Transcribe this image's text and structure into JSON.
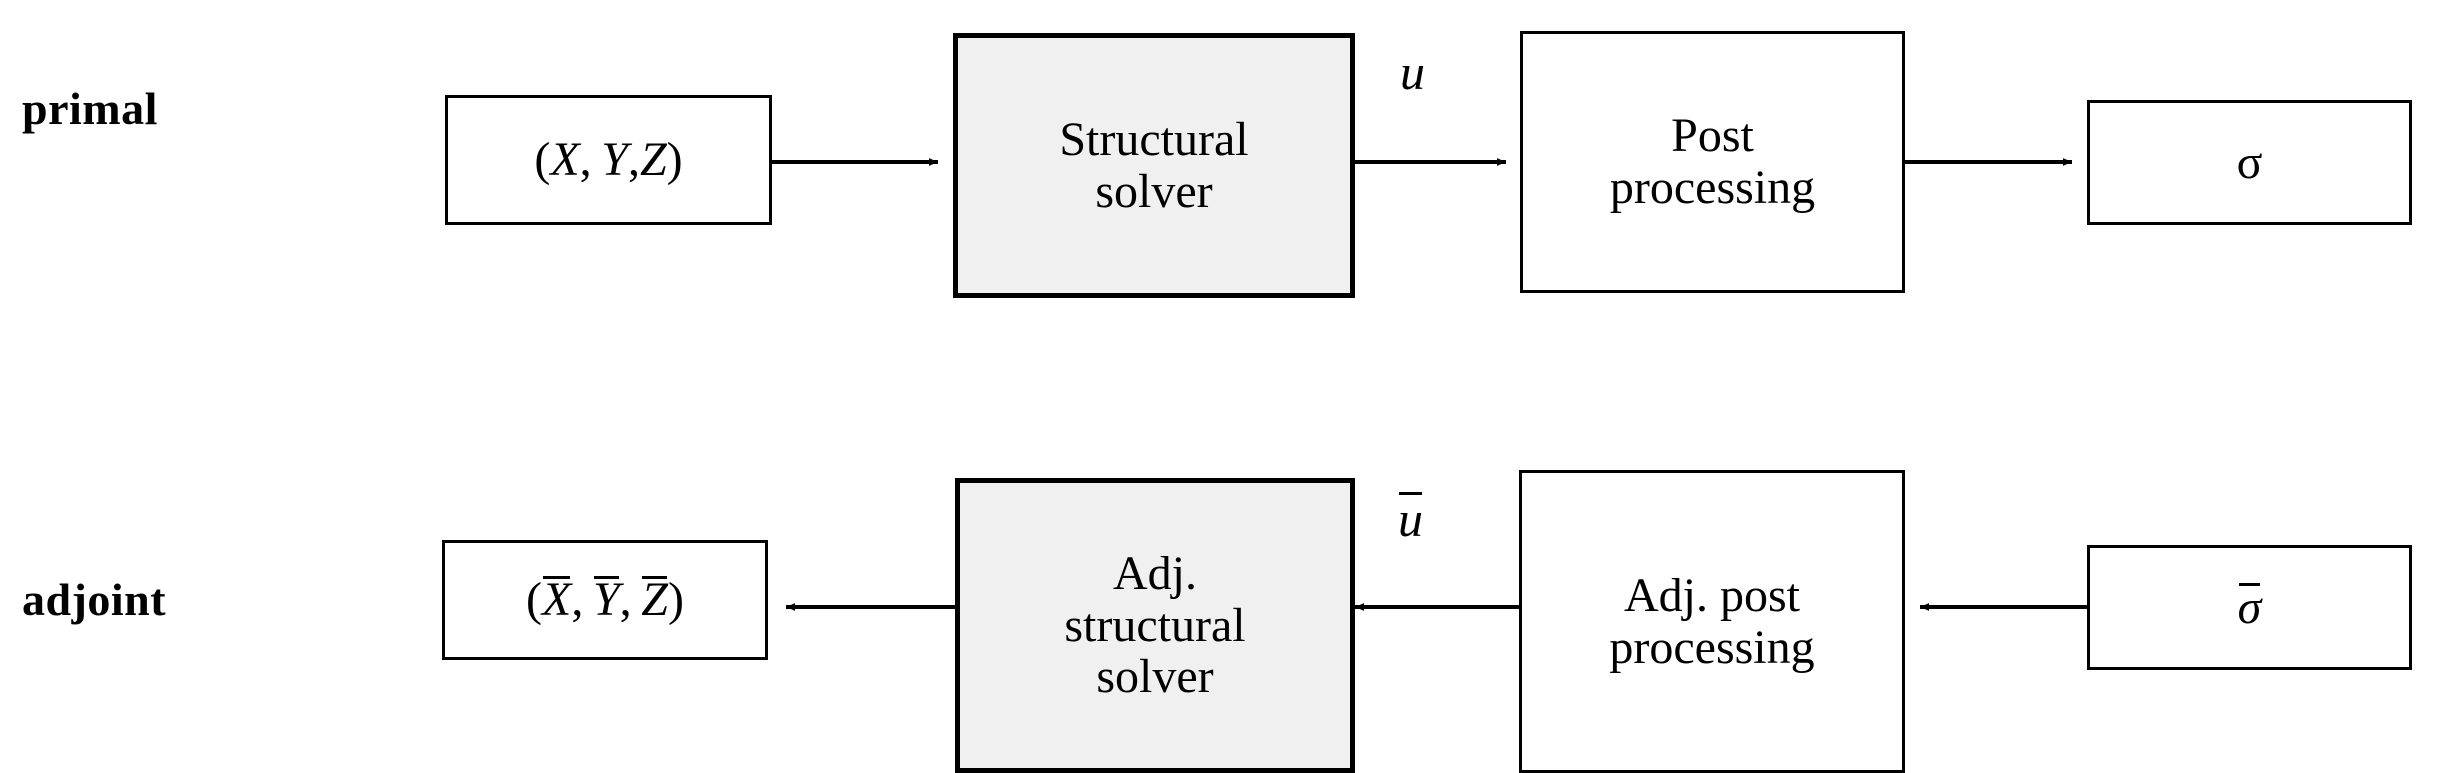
{
  "diagram": {
    "type": "flowchart",
    "title": "",
    "rows": [
      {
        "id": "primal",
        "label": "primal",
        "direction": "left-to-right",
        "nodes": [
          {
            "id": "primal-inputs",
            "text": "(X, Y,Z)",
            "shape": "rect",
            "fill": "#ffffff",
            "emphasis": false
          },
          {
            "id": "structural-solver",
            "text": "Structural solver",
            "line1": "Structural",
            "line2": "solver",
            "shape": "rect",
            "fill": "#f0f0f0",
            "emphasis": true
          },
          {
            "id": "post-processing",
            "text": "Post processing",
            "line1": "Post",
            "line2": "processing",
            "shape": "rect",
            "fill": "#ffffff",
            "emphasis": false
          },
          {
            "id": "primal-output",
            "text": "σ",
            "shape": "rect",
            "fill": "#ffffff",
            "emphasis": false
          }
        ],
        "edge_labels": [
          {
            "id": "u-label",
            "text": "u"
          }
        ]
      },
      {
        "id": "adjoint",
        "label": "adjoint",
        "direction": "right-to-left",
        "nodes": [
          {
            "id": "adjoint-outputs",
            "text": "(X̄, Ȳ, Z̄)",
            "parts": [
              "(",
              "X",
              ",",
              "Y",
              ",",
              "Z",
              ")"
            ],
            "shape": "rect",
            "fill": "#ffffff",
            "emphasis": false
          },
          {
            "id": "adj-structural-solver",
            "text": "Adj. structural solver",
            "line1": "Adj.",
            "line2": "structural",
            "line3": "solver",
            "shape": "rect",
            "fill": "#f0f0f0",
            "emphasis": true
          },
          {
            "id": "adj-post-processing",
            "text": "Adj. post processing",
            "line1": "Adj. post",
            "line2": "processing",
            "shape": "rect",
            "fill": "#ffffff",
            "emphasis": false
          },
          {
            "id": "adjoint-input",
            "text": "σ̄",
            "shape": "rect",
            "fill": "#ffffff",
            "emphasis": false
          }
        ],
        "edge_labels": [
          {
            "id": "u-bar-label",
            "text": "ū"
          }
        ]
      }
    ],
    "symbols": {
      "X": "X",
      "Y": "Y",
      "Z": "Z",
      "open_paren": "(",
      "close_paren": ")",
      "comma": ",",
      "u": "u",
      "sigma": "σ"
    },
    "colors": {
      "line": "#000000",
      "box_fill_plain": "#ffffff",
      "box_fill_emphasis": "#f0f0f0",
      "text": "#000000",
      "background": "#ffffff"
    }
  }
}
